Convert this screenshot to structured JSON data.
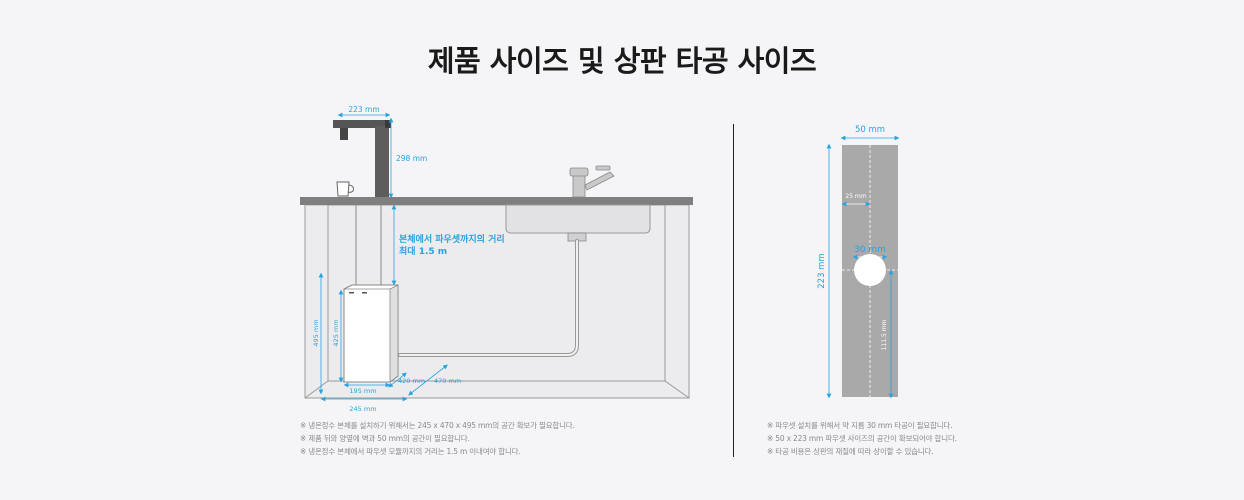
{
  "page": {
    "title": "제품 사이즈 및 상판 타공 사이즈"
  },
  "product_diagram": {
    "faucet_width": "223 mm",
    "faucet_height": "298 mm",
    "distance_label_line1": "본체에서 파우셋까지의 거리",
    "distance_label_line2": "최대 1.5 m",
    "cabinet_height": "495 mm",
    "unit_height": "425 mm",
    "unit_depth": "420 mm",
    "cabinet_depth": "470 mm",
    "unit_width": "195 mm",
    "cabinet_width": "245 mm"
  },
  "plate_diagram": {
    "plate_width": "50 mm",
    "hole_offset": "25 mm",
    "hole_diameter": "30 mm",
    "plate_height": "223 mm",
    "hole_center_height": "111.5 mm"
  },
  "notes_left": [
    "※ 냉온정수 본체를 설치하기 위해서는 245 x 470 x 495 mm의 공간 확보가 필요합니다.",
    "※ 제품 뒤와 양옆에 벽과 50 mm의 공간이 필요합니다.",
    "※ 냉온정수 본체에서 파우셋 모듈까지의 거리는 1.5 m 이내여야 합니다."
  ],
  "notes_right": [
    "※ 파우셋 설치를 위해서 약 지름 30 mm 타공이 필요합니다.",
    "※ 50 x 223 mm 파우셋 사이즈의 공간이 확보되어야 합니다.",
    "※ 타공 비용은 상판의 재질에 따라 상이할 수 있습니다."
  ],
  "colors": {
    "accent": "#29a3dc",
    "counter": "#7f7f7f",
    "plate": "#a9a9a9"
  }
}
